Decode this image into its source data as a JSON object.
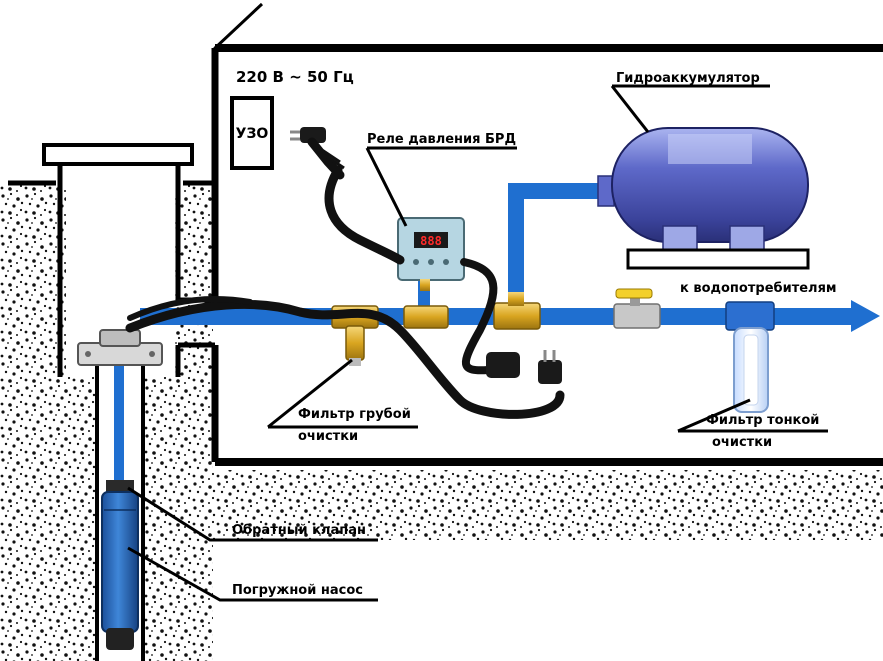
{
  "labels": {
    "power": "220 В ~ 50 Гц",
    "rcd": "УЗО",
    "pressure_relay": "Реле давления БРД",
    "accumulator": "Гидроаккумулятор",
    "to_consumers": "к водопотребителям",
    "coarse_filter_line1": "Фильтр грубой",
    "coarse_filter_line2": "очистки",
    "fine_filter_line1": "Фильтр тонкой",
    "fine_filter_line2": "очистки",
    "check_valve": "Обратный клапан",
    "pump": "Погружной насос"
  },
  "relay_display": "888",
  "colors": {
    "pipe": "#1f6fd0",
    "cable": "#111111",
    "tank": "#4a55b8",
    "relay_body": "#b6d6e2",
    "brass": "#d9a520",
    "filter_cup": "#dbe9ff"
  }
}
